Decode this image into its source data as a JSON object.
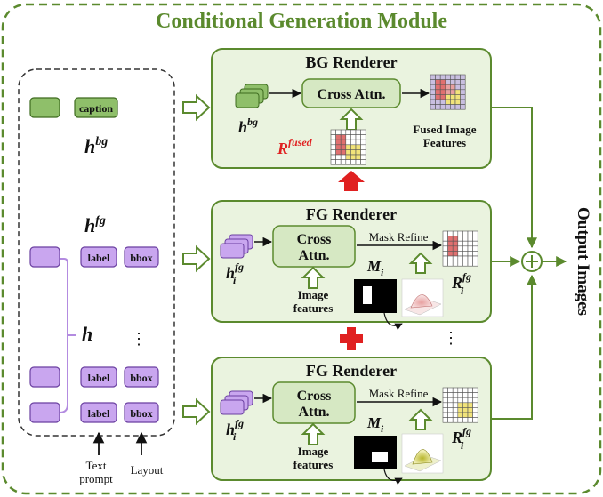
{
  "module": {
    "title": "Conditional Generation Module",
    "output_label": "Output Images",
    "colors": {
      "frame_green": "#5b8a2e",
      "box_fill": "#eaf3df",
      "inner_fill": "#d6e8c3",
      "latent_green": "#8fbf6a",
      "latent_purple": "#c9a6ef",
      "red": "#e02020",
      "grid_red": "#e07070",
      "grid_yellow": "#f1e37a"
    }
  },
  "left_panel": {
    "caption_tag": "caption",
    "h_bg": "h",
    "h_bg_sup": "bg",
    "h_fg": "h",
    "h_fg_sup": "fg",
    "h": "h",
    "tags": [
      {
        "label": "label",
        "bbox": "bbox"
      },
      {
        "label": "label",
        "bbox": "bbox"
      },
      {
        "label": "label",
        "bbox": "bbox"
      }
    ],
    "dots": "⋮",
    "text_prompt_line1": "Text",
    "text_prompt_line2": "prompt",
    "layout": "Layout"
  },
  "bg_renderer": {
    "title": "BG Renderer",
    "cross_attn": "Cross Attn.",
    "input_base": "h",
    "input_sup": "bg",
    "r_base": "R",
    "r_sup": "fused",
    "output_line1": "Fused Image",
    "output_line2": "Features"
  },
  "fg_renderers": [
    {
      "title": "FG Renderer",
      "cross_attn_line1": "Cross",
      "cross_attn_line2": "Attn.",
      "mask_refine": "Mask Refine",
      "input_base": "h",
      "input_sub": "i",
      "input_sup": "fg",
      "mask_base": "M",
      "mask_sub": "i",
      "r_base": "R",
      "r_sub": "i",
      "r_sup": "fg",
      "image_features_line1": "Image",
      "image_features_line2": "features"
    },
    {
      "title": "FG Renderer",
      "cross_attn_line1": "Cross",
      "cross_attn_line2": "Attn.",
      "mask_refine": "Mask Refine",
      "input_base": "h",
      "input_sub": "i",
      "input_sup": "fg",
      "mask_base": "M",
      "mask_sub": "i",
      "r_base": "R",
      "r_sub": "i",
      "r_sup": "fg",
      "image_features_line1": "Image",
      "image_features_line2": "features"
    }
  ],
  "between_dots": "⋮"
}
